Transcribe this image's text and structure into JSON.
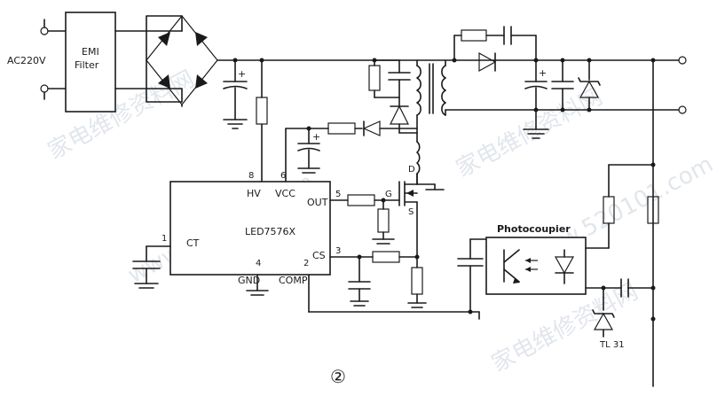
{
  "labels": {
    "input": "AC220V",
    "emi_line1": "EMI",
    "emi_line2": "Filter",
    "ic_name": "LED7576X",
    "hv": "HV",
    "vcc": "VCC",
    "out": "OUT",
    "ct": "CT",
    "gnd": "GND",
    "cs": "CS",
    "comp": "COMP",
    "pin8": "8",
    "pin6": "6",
    "pin5": "5",
    "pin1": "1",
    "pin4": "4",
    "pin3": "3",
    "pin2": "2",
    "gate": "G",
    "drain": "D",
    "source": "S",
    "photocoupler": "Photocoupier",
    "tl_label": "TL 31",
    "figure_number": "②"
  },
  "watermark": {
    "text1": "家电维修资料网",
    "text2": "www.520101.com",
    "color": "#c9d3de"
  }
}
